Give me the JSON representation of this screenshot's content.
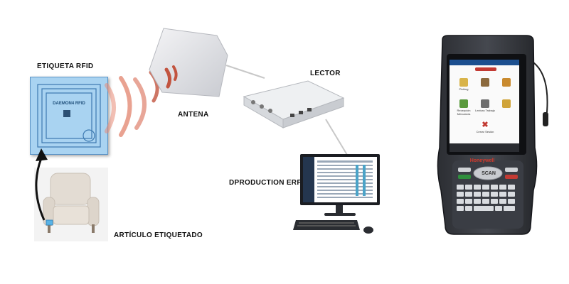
{
  "labels": {
    "tag": "ETIQUETA RFID",
    "antenna": "ANTENA",
    "reader": "LECTOR",
    "erp": "DPRODUCTION ERP",
    "article": "ARTÍCULO ETIQUETADO"
  },
  "tag_card": {
    "brand": "DAEMON4 RFID"
  },
  "phone": {
    "brand": "Honeywell",
    "scan_label": "SCAN",
    "screen_apps": [
      "Picking",
      "Recepción Mercancía",
      "Lectura Trabajo",
      "Cerrar Sesión"
    ]
  },
  "colors": {
    "tag_fill": "#a9d3f1",
    "tag_border": "#5a93c6",
    "signal_waves": "#e07a62",
    "arrow": "#111111"
  }
}
